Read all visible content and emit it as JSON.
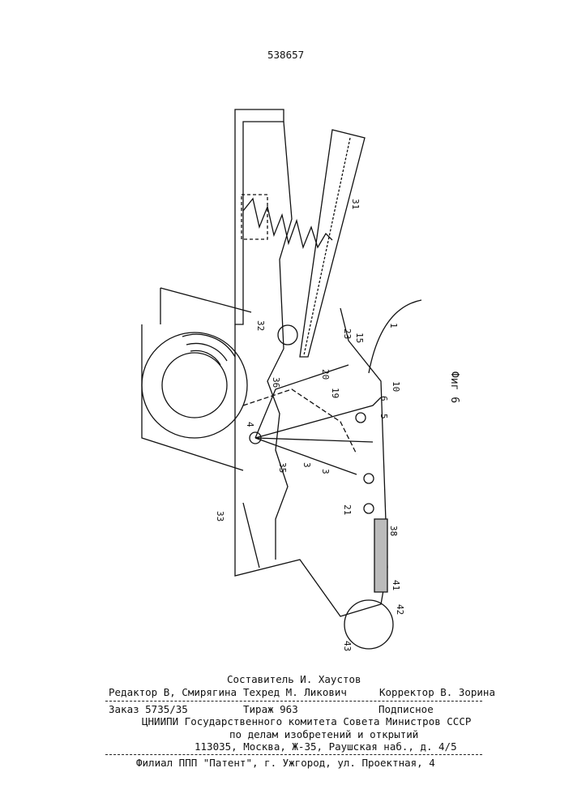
{
  "patent_number": "538657",
  "figure": {
    "caption": "Фиг 6",
    "labels": [
      "31",
      "32",
      "23",
      "15",
      "1",
      "20",
      "19",
      "10",
      "6",
      "5",
      "36",
      "4",
      "35",
      "3",
      "3",
      "21",
      "33",
      "38",
      "41",
      "42",
      "43"
    ]
  },
  "colophon": {
    "compiler": "Составитель И. Хаустов",
    "editor": "Редактор В, Смирягина",
    "techred": "Техред М. Ликович",
    "corrector": "Корректор В. Зорина",
    "order": "Заказ 5735/35",
    "circulation": "Тираж 963",
    "subscription": "Подписное",
    "org_line1": "ЦНИИПИ Государственного комитета Совета Министров СССР",
    "org_line2": "по делам изобретений и открытий",
    "address": "113035, Москва, Ж-35, Раушская наб., д. 4/5",
    "branch": "Филиал ППП \"Патент\", г. Ужгород, ул. Проектная, 4"
  }
}
